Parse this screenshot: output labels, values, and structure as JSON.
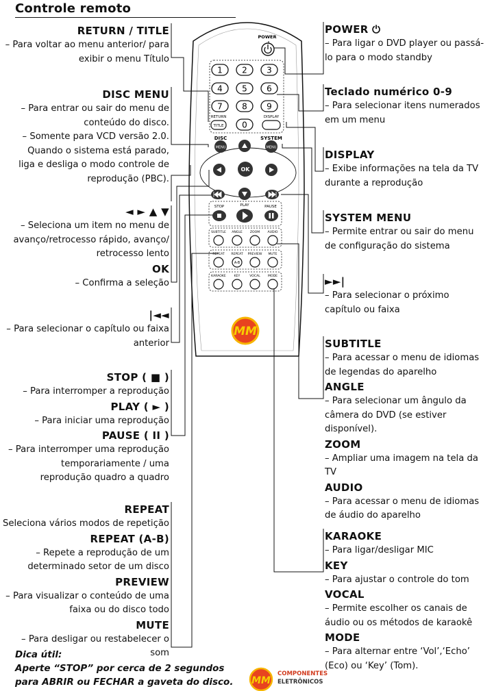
{
  "title": "Controle remoto",
  "left_blocks": [
    {
      "id": "return-title",
      "lines": [
        {
          "t": "RETURN / TITLE",
          "h": true
        },
        {
          "t": "– Para voltar ao menu anterior/ para"
        },
        {
          "t": "exibir o menu Título"
        }
      ]
    },
    {
      "id": "disc-menu",
      "lines": [
        {
          "t": "DISC MENU",
          "h": true
        },
        {
          "t": "– Para entrar ou sair do menu de"
        },
        {
          "t": "conteúdo do disco."
        },
        {
          "t": "– Somente para VCD versão 2.0."
        },
        {
          "t": "Quando o sistema está parado,"
        },
        {
          "t": "liga e desliga o modo controle de"
        },
        {
          "t": "reprodução (PBC)."
        }
      ]
    },
    {
      "id": "arrows",
      "lines": [
        {
          "t": "◄ ► ▲ ▼",
          "h": true
        },
        {
          "t": "– Seleciona um item no menu de"
        },
        {
          "t": "avanço/retrocesso rápido, avanço/"
        },
        {
          "t": "retrocesso lento"
        },
        {
          "t": "OK",
          "h": true
        },
        {
          "t": "– Confirma a seleção"
        }
      ]
    },
    {
      "id": "prev",
      "lines": [
        {
          "t": "|◄◄",
          "h": true
        },
        {
          "t": "– Para selecionar o capítulo ou faixa"
        },
        {
          "t": "anterior"
        }
      ]
    },
    {
      "id": "stop-play-pause",
      "lines": [
        {
          "t": "STOP ( ■ )",
          "h": true
        },
        {
          "t": "– Para interromper a reprodução"
        },
        {
          "t": "PLAY ( ► )",
          "h": true
        },
        {
          "t": "– Para iniciar uma reprodução"
        },
        {
          "t": "PAUSE ( II )",
          "h": true
        },
        {
          "t": "– Para interromper uma reprodução"
        },
        {
          "t": "temporariamente / uma"
        },
        {
          "t": "reprodução quadro a quadro"
        }
      ]
    },
    {
      "id": "repeat-group",
      "lines": [
        {
          "t": "REPEAT",
          "h": true
        },
        {
          "t": "– Seleciona vários modos de repetição"
        },
        {
          "t": "REPEAT (A-B)",
          "h": true
        },
        {
          "t": "– Repete a reprodução de um"
        },
        {
          "t": "determinado setor de um disco"
        },
        {
          "t": "PREVIEW",
          "h": true
        },
        {
          "t": "– Para visualizar o conteúdo de uma"
        },
        {
          "t": "faixa ou do disco todo"
        },
        {
          "t": "MUTE",
          "h": true
        },
        {
          "t": "– Para desligar ou restabelecer o"
        },
        {
          "t": "som"
        }
      ]
    }
  ],
  "right_blocks": [
    {
      "id": "power",
      "lines": [
        {
          "t": "POWER ⏻",
          "h": true
        },
        {
          "t": "–     Para ligar o DVD player ou passá-"
        },
        {
          "t": "lo para o modo standby",
          "i": true
        }
      ]
    },
    {
      "id": "numeric",
      "lines": [
        {
          "t": "Teclado numérico 0-9",
          "h": true
        },
        {
          "t": "–     Para selecionar itens numerados"
        },
        {
          "t": "em um menu",
          "i": true
        }
      ]
    },
    {
      "id": "display",
      "lines": [
        {
          "t": "DISPLAY",
          "h": true
        },
        {
          "t": "–     Exibe informações na tela da TV"
        },
        {
          "t": "durante a reprodução",
          "i": true
        }
      ]
    },
    {
      "id": "system-menu",
      "lines": [
        {
          "t": "SYSTEM MENU",
          "h": true
        },
        {
          "t": "–     Permite entrar ou sair do menu"
        },
        {
          "t": "de configuração do sistema",
          "i": true
        }
      ]
    },
    {
      "id": "next",
      "lines": [
        {
          "t": "►►|",
          "h": true
        },
        {
          "t": "–     Para selecionar o próximo"
        },
        {
          "t": "capítulo ou faixa",
          "i": true
        }
      ]
    },
    {
      "id": "subtitle-group",
      "lines": [
        {
          "t": "SUBTITLE",
          "h": true
        },
        {
          "t": "–     Para acessar o menu de idiomas"
        },
        {
          "t": "de legendas do aparelho",
          "i": true
        },
        {
          "t": "ANGLE",
          "h": true
        },
        {
          "t": "–     Para selecionar um ângulo da"
        },
        {
          "t": "câmera do DVD (se estiver",
          "i": true
        },
        {
          "t": "disponível).",
          "i": true
        },
        {
          "t": "ZOOM",
          "h": true
        },
        {
          "t": "–     Ampliar uma imagem na tela da"
        },
        {
          "t": "TV",
          "i": true
        },
        {
          "t": "AUDIO",
          "h": true
        },
        {
          "t": "–     Para acessar o menu de idiomas"
        },
        {
          "t": "de áudio do aparelho",
          "i": true
        }
      ]
    },
    {
      "id": "karaoke-group",
      "lines": [
        {
          "t": "KARAOKE",
          "h": true
        },
        {
          "t": "–     Para ligar/desligar MIC"
        },
        {
          "t": "KEY",
          "h": true
        },
        {
          "t": "–     Para ajustar o controle do tom"
        },
        {
          "t": "VOCAL",
          "h": true
        },
        {
          "t": "–     Permite escolher os canais de"
        },
        {
          "t": "áudio ou os métodos de karaokê",
          "i": true
        },
        {
          "t": "MODE",
          "h": true
        },
        {
          "t": "–     Para alternar entre ‘Vol’,‘Echo’"
        },
        {
          "t": "(Eco) ou ‘Key’ (Tom).",
          "i": true
        }
      ]
    }
  ],
  "tip": {
    "lines": [
      "Dica útil:",
      "Aperte “STOP” por cerca de 2 segundos",
      "para ABRIR ou FECHAR a gaveta do disco."
    ]
  },
  "remote": {
    "power_label": "POWER",
    "numbers": [
      "1",
      "2",
      "3",
      "4",
      "5",
      "6",
      "7",
      "8",
      "9",
      "0"
    ],
    "return_label": "RETURN",
    "title_key": "TITLE",
    "display_label": "DISPLAY",
    "disc_label": "DISC",
    "system_label": "SYSTEM",
    "menu_key": "MENU",
    "ok_label": "OK",
    "stop_label": "STOP",
    "play_label": "PLAY",
    "pause_label": "PAUSE",
    "row1": [
      "SUBTITLE",
      "ANGLE",
      "ZOOM",
      "AUDIO"
    ],
    "row2": [
      "REPEAT",
      "REPEAT",
      "PREVIEW",
      "MUTE"
    ],
    "ab_key": "A-B",
    "row3": [
      "KARAOKE",
      "KEY",
      "VOCAL",
      "MODE"
    ],
    "brand": "MM"
  },
  "logo": {
    "mark": "MM",
    "line1": "COMPONENTES",
    "line2": "ELETRÔNICOS"
  }
}
